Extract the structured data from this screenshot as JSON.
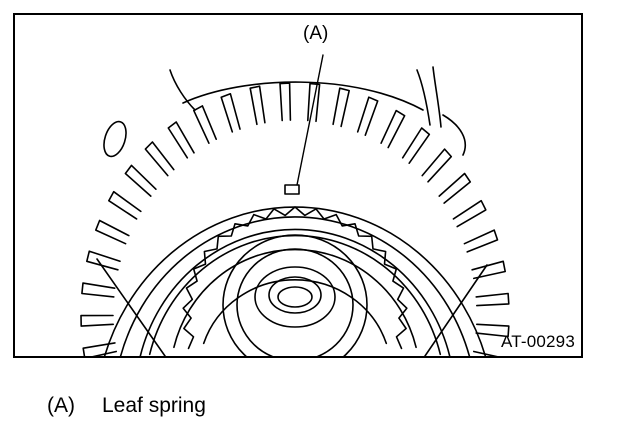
{
  "figure": {
    "callout_label": "(A)",
    "figure_code": "AT-00293"
  },
  "legend": {
    "items": [
      {
        "key": "(A)",
        "text": "Leaf spring"
      }
    ]
  }
}
